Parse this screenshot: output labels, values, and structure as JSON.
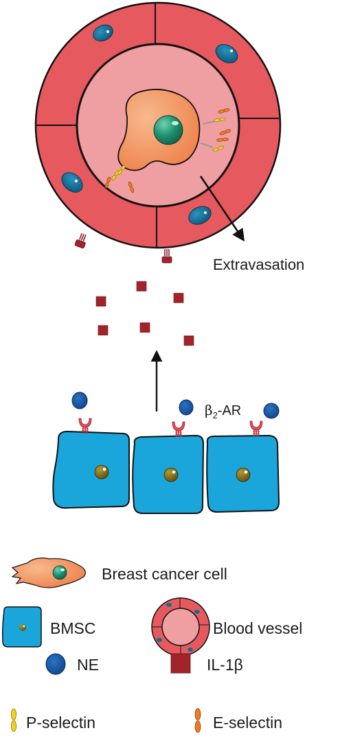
{
  "labels": {
    "extravasation": "Extravasation",
    "b2ar_beta": "β",
    "b2ar_sub": "2",
    "b2ar_suffix": "-AR"
  },
  "legend": {
    "breast_cancer_cell": "Breast cancer cell",
    "bmsc": "BMSC",
    "blood_vessel": "Blood vessel",
    "ne": "NE",
    "il1b": "IL-1β",
    "p_selectin": "P-selectin",
    "e_selectin": "E-selectin"
  },
  "colors": {
    "vessel_wall": "#e65a5f",
    "vessel_lumen": "#ef9ea1",
    "endothelial_nucleus": "#0e6f95",
    "cancer_cell": "#f08a55",
    "cancer_nucleus": "#1d8a6a",
    "bmsc_cell": "#1ba6db",
    "bmsc_nucleus": "#6b5a10",
    "ne": "#1458a6",
    "il1b": "#a3232b",
    "receptor": "#e34a55",
    "p_selectin": "#f2d21a",
    "e_selectin": "#ef7a22"
  }
}
